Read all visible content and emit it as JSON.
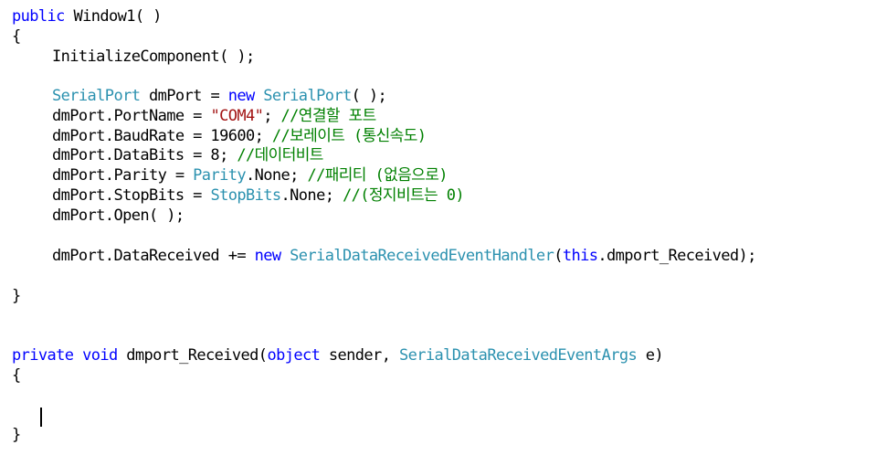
{
  "code": {
    "l01": {
      "kw": "public",
      "rest": " Window1( )"
    },
    "l02": {
      "text": "{"
    },
    "l03": {
      "text": "InitializeComponent( );"
    },
    "l04": {
      "type1": "SerialPort",
      "mid": " dmPort = ",
      "kw": "new",
      "sp": " ",
      "type2": "SerialPort",
      "end": "( );"
    },
    "l05": {
      "pre": "dmPort.PortName = ",
      "str": "\"COM4\"",
      "mid": "; ",
      "cmt": "//연결할 포트"
    },
    "l06": {
      "pre": "dmPort.BaudRate = 19600; ",
      "cmt": "//보레이트 (통신속도)"
    },
    "l07": {
      "pre": "dmPort.DataBits = 8; ",
      "cmt": "//데이터비트"
    },
    "l08": {
      "pre": "dmPort.Parity = ",
      "type": "Parity",
      "mid": ".None; ",
      "cmt": "//패리티 (없음으로)"
    },
    "l09": {
      "pre": "dmPort.StopBits = ",
      "type": "StopBits",
      "mid": ".None; ",
      "cmt": "//(정지비트는 0)"
    },
    "l10": {
      "text": "dmPort.Open( );"
    },
    "l11": {
      "pre": "dmPort.DataReceived += ",
      "kw1": "new",
      "sp": " ",
      "type": "SerialDataReceivedEventHandler",
      "open": "(",
      "kw2": "this",
      "end": ".dmport_Received);"
    },
    "l12": {
      "text": "}"
    },
    "l13": {
      "kw1": "private",
      "sp1": " ",
      "kw2": "void",
      "mid": " dmport_Received(",
      "kw3": "object",
      "mid2": " sender, ",
      "type": "SerialDataReceivedEventArgs",
      "end": " e)"
    },
    "l14": {
      "text": "{"
    },
    "l15": {
      "text": "}"
    }
  },
  "colors": {
    "keyword": "#0000ff",
    "type": "#2b91af",
    "string": "#a31515",
    "comment": "#008000",
    "text": "#000000",
    "background": "#ffffff"
  }
}
